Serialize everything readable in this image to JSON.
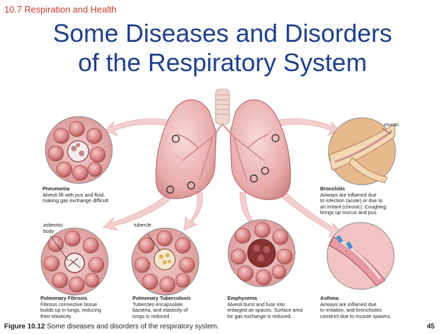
{
  "section_label": "10.7 Respiration and Health",
  "title": {
    "line1": "Some Diseases and Disorders",
    "line2": "of the Respiratory System"
  },
  "labels": {
    "mucus": "mucus",
    "asbestos_line1": "asbestos",
    "asbestos_line2": "body",
    "tubercle": "tubercle"
  },
  "captions": {
    "pneumonia": {
      "name": "Pneumonia",
      "desc": "Alveoli fill with pus and fluid,\nmaking gas exchange difficult."
    },
    "bronchitis": {
      "name": "Bronchitis",
      "desc": "Airways are inflamed due\nto infection (acute) or due to\nan irritant (chronic). Coughing\nbrings up mucus and pus."
    },
    "pulmonary_fibrosis": {
      "name": "Pulmonary Fibrosis",
      "desc": "Fibrous connective tissue\nbuilds up in lungs, reducing\ntheir elasticity."
    },
    "pulmonary_tuberculosis": {
      "name": "Pulmonary Tuberculosis",
      "desc": "Tubercles encapsulate\nbacteria, and elasticity of\nlungs is reduced."
    },
    "emphysema": {
      "name": "Emphysema",
      "desc": "Alveoli burst and fuse into\nenlarged air spaces. Surface area\nfor gas exchange is reduced."
    },
    "asthma": {
      "name": "Asthma",
      "desc": "Airways are inflamed due\nto irritation, and bronchioles\nconstrict due to muscle spasms."
    }
  },
  "footer": {
    "figure_label": "Figure 10.12",
    "figure_caption": "Some diseases and disorders of the respiratory system."
  },
  "page_number": "45",
  "colors": {
    "section_label": "#c0392b",
    "title": "#1f3f8a",
    "lung": "#e8a9a9",
    "tissue": "#c96f6f",
    "arrow": "#f4cfcf"
  }
}
